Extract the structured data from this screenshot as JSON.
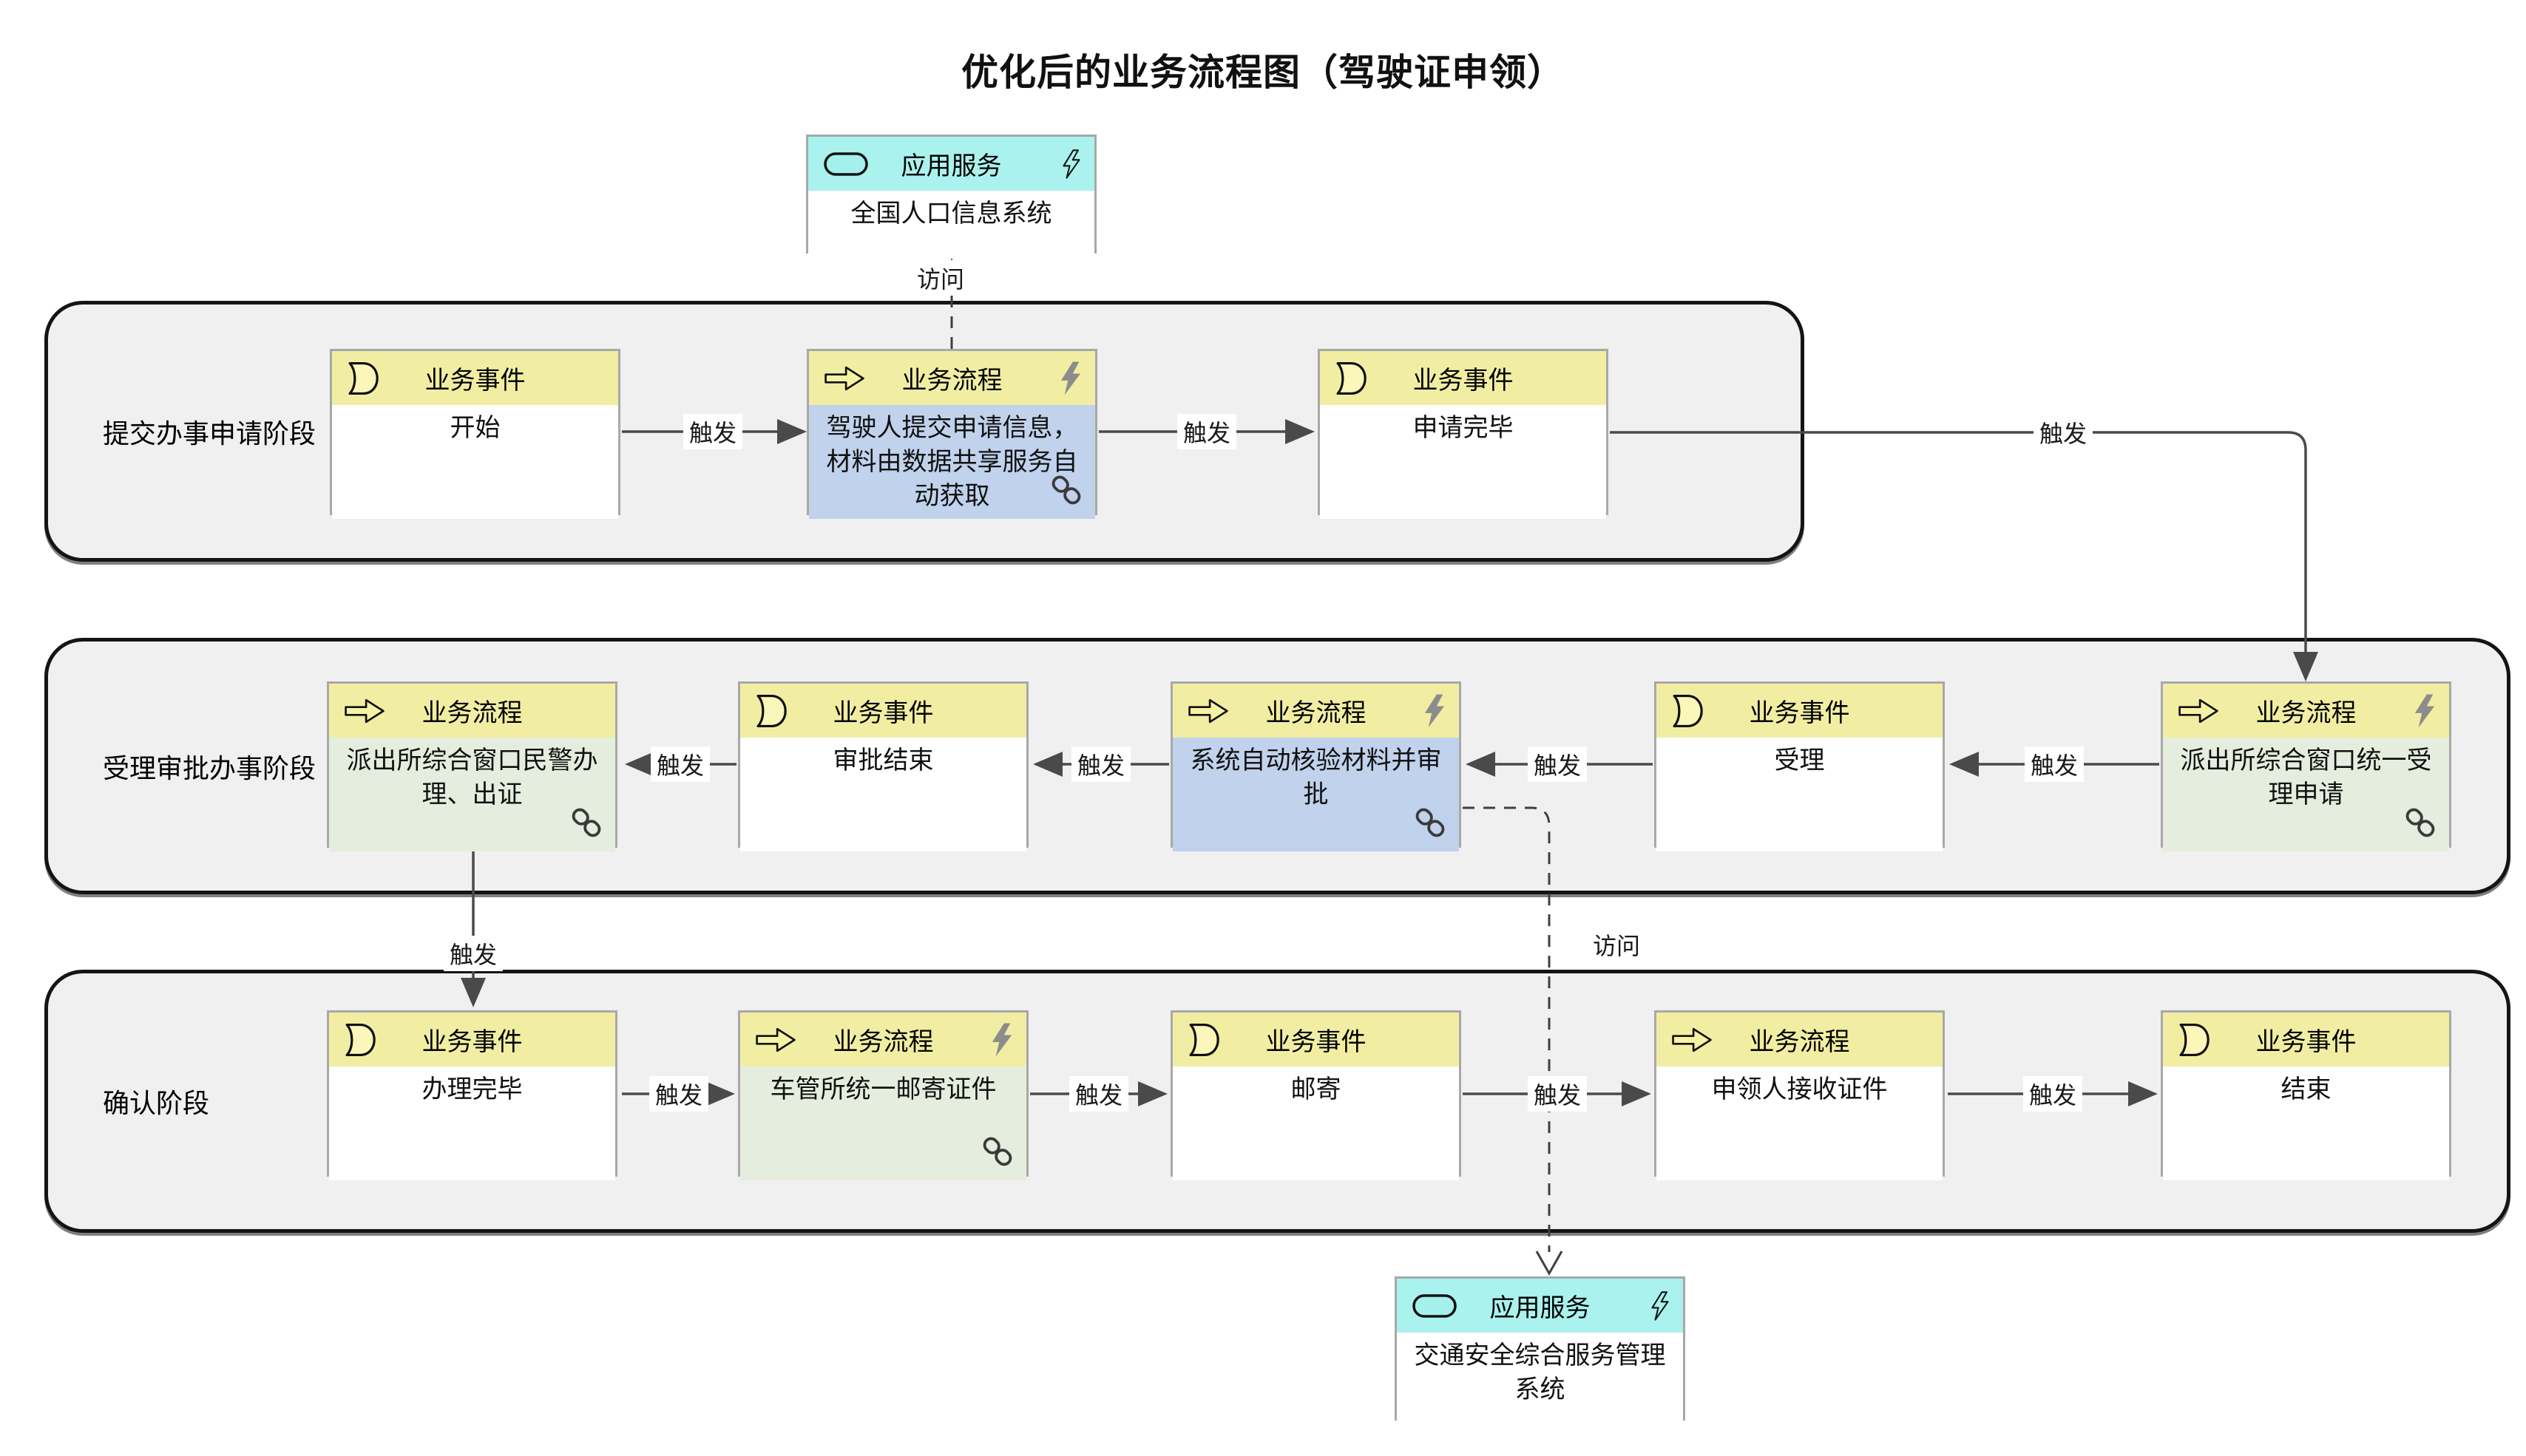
{
  "title": "优化后的业务流程图（驾驶证申领）",
  "labels": {
    "trigger": "触发",
    "access": "访问"
  },
  "lanes": [
    {
      "label": "提交办事申请阶段"
    },
    {
      "label": "受理审批办事阶段"
    },
    {
      "label": "确认阶段"
    }
  ],
  "nodes": {
    "service_top": {
      "type": "应用服务",
      "name": "全国人口信息系统"
    },
    "start": {
      "type": "业务事件",
      "name": "开始"
    },
    "submit": {
      "type": "业务流程",
      "name": "驾驶人提交申请信息，材料由数据共享服务自动获取"
    },
    "submit_done": {
      "type": "业务事件",
      "name": "申请完毕"
    },
    "police_issue": {
      "type": "业务流程",
      "name": "派出所综合窗口民警办理、出证"
    },
    "approve_done": {
      "type": "业务事件",
      "name": "审批结束"
    },
    "auto_verify": {
      "type": "业务流程",
      "name": "系统自动核验材料并审批"
    },
    "accept": {
      "type": "业务事件",
      "name": "受理"
    },
    "accept_unified": {
      "type": "业务流程",
      "name": "派出所综合窗口统一受理申请"
    },
    "done": {
      "type": "业务事件",
      "name": "办理完毕"
    },
    "mail_cert": {
      "type": "业务流程",
      "name": "车管所统一邮寄证件"
    },
    "mail": {
      "type": "业务事件",
      "name": "邮寄"
    },
    "receive": {
      "type": "业务流程",
      "name": "申领人接收证件"
    },
    "end": {
      "type": "业务事件",
      "name": "结束"
    },
    "service_bottom": {
      "type": "应用服务",
      "name": "交通安全综合服务管理系统"
    }
  },
  "colors": {
    "header_yellow": "#F1EEA3",
    "header_cyan": "#A9F2EE",
    "body_blue": "#C0D2EC",
    "body_green": "#E5EEDE",
    "lane_gray": "#F0F0F0",
    "line_gray": "#4A4A4A",
    "box_border": "#A8A8A8"
  }
}
